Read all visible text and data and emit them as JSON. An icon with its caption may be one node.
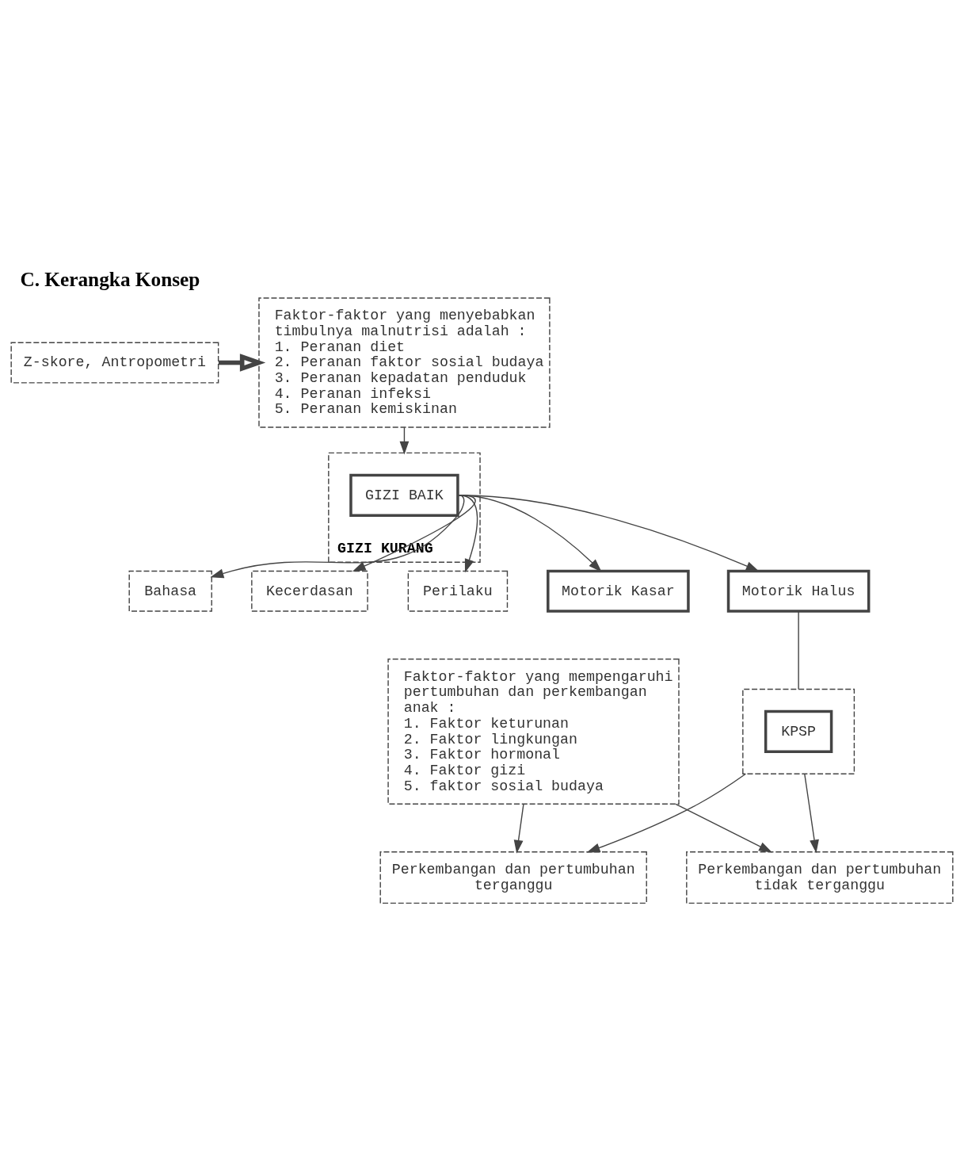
{
  "diagram": {
    "title": "C. Kerangka Konsep",
    "nodes": [
      {
        "text": [
          "Z-skore, Antropometri"
        ]
      },
      {
        "text": [
          "Faktor-faktor yang menyebabkan timbulnya malnutrisi adalah :",
          "1. Peranan diet",
          "2. Peranan faktor sosial budaya",
          "3. Peranan kepadatan penduduk",
          "4. Peranan infeksi",
          "5. Peranan kemiskinan"
        ]
      },
      {
        "text": [
          "Faktor-faktor yang mempengaruhi pertumbuhan dan perkembangan anak :",
          "1. Faktor keturunan",
          "2. Faktor lingkungan",
          "3. Faktor hormonal",
          "4. Faktor gizi",
          "5. faktor sosial budaya"
        ]
      },
      {
        "text": [
          "GIZI KURANG"
        ]
      },
      {
        "text": [
          "GIZI BAIK"
        ],
        "in": 3
      },
      {
        "text": [
          "Bahasa"
        ]
      },
      {
        "text": [
          "Kecerdasan"
        ]
      },
      {
        "text": [
          "Perilaku"
        ]
      },
      {
        "text": [
          "Motorik Kasar"
        ]
      },
      {
        "text": [
          "Motorik Halus"
        ]
      },
      {
        "text": [],
        "shape": "box"
      },
      {
        "text": [
          "KPSP"
        ],
        "in": 10
      },
      {
        "text": [
          "Perkembangan dan pertumbuhan terganggu"
        ]
      },
      {
        "text": [
          "Perkembangan dan pertumbuhan tidak terganggu"
        ]
      }
    ],
    "edges": [
      {
        "from": 0,
        "to": 1,
        "arrow": "to",
        "style": "thick"
      },
      {
        "from": 1,
        "to": 3,
        "arrow": "to"
      },
      {
        "from": 4,
        "to": 5,
        "arrow": "to"
      },
      {
        "from": 4,
        "to": 6,
        "arrow": "to"
      },
      {
        "from": 4,
        "to": 7,
        "arrow": "to"
      },
      {
        "from": 4,
        "to": 8,
        "arrow": "to"
      },
      {
        "from": 4,
        "to": 9,
        "arrow": "to"
      },
      {
        "from": 9,
        "to": 10,
        "arrow": "none"
      },
      {
        "from": 2,
        "to": 12,
        "arrow": "to"
      },
      {
        "from": 2,
        "to": 13,
        "arrow": "to"
      },
      {
        "from": 10,
        "to": 12,
        "arrow": "to"
      },
      {
        "from": 10,
        "to": 13,
        "arrow": "to"
      }
    ]
  }
}
